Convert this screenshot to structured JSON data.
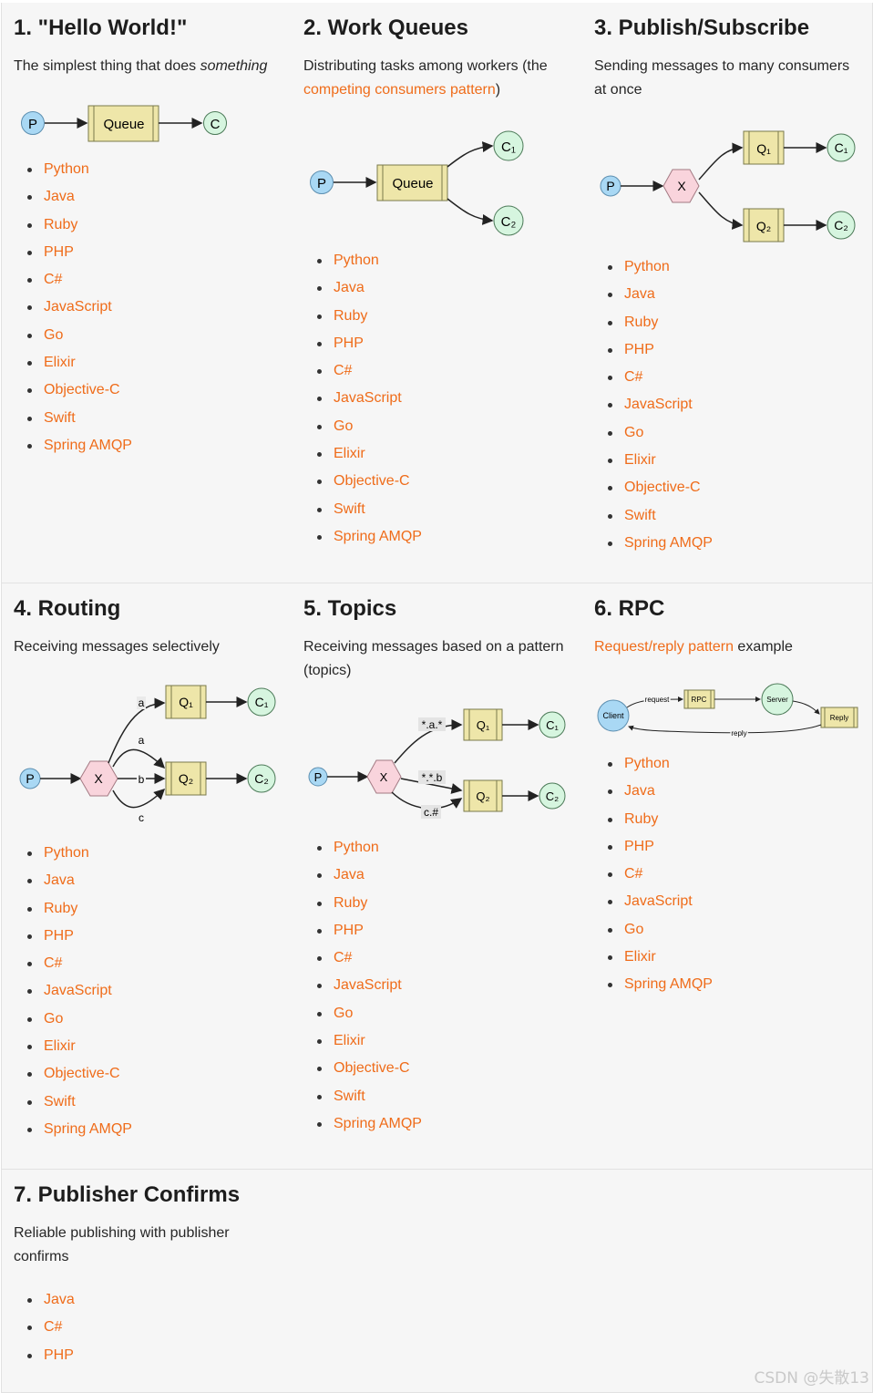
{
  "tutorials": [
    {
      "title": "1. \"Hello World!\"",
      "description_prefix": "The simplest thing that does ",
      "description_emphasis": "something",
      "diagram": {
        "producer": "P",
        "queue": "Queue",
        "consumer": "C"
      },
      "languages": [
        "Python",
        "Java",
        "Ruby",
        "PHP",
        "C#",
        "JavaScript",
        "Go",
        "Elixir",
        "Objective-C",
        "Swift",
        "Spring AMQP"
      ]
    },
    {
      "title": "2. Work Queues",
      "description_prefix": "Distributing tasks among workers (the ",
      "description_link": "competing consumers pattern",
      "description_suffix": ")",
      "diagram": {
        "producer": "P",
        "queue": "Queue",
        "consumer1": "C₁",
        "consumer2": "C₂"
      },
      "languages": [
        "Python",
        "Java",
        "Ruby",
        "PHP",
        "C#",
        "JavaScript",
        "Go",
        "Elixir",
        "Objective-C",
        "Swift",
        "Spring AMQP"
      ]
    },
    {
      "title": "3. Publish/Subscribe",
      "description": "Sending messages to many consumers at once",
      "diagram": {
        "producer": "P",
        "exchange": "X",
        "queue1": "Q₁",
        "queue2": "Q₂",
        "consumer1": "C₁",
        "consumer2": "C₂"
      },
      "languages": [
        "Python",
        "Java",
        "Ruby",
        "PHP",
        "C#",
        "JavaScript",
        "Go",
        "Elixir",
        "Objective-C",
        "Swift",
        "Spring AMQP"
      ]
    },
    {
      "title": "4. Routing",
      "description": "Receiving messages selectively",
      "diagram": {
        "producer": "P",
        "exchange": "X",
        "queue1": "Q₁",
        "queue2": "Q₂",
        "consumer1": "C₁",
        "consumer2": "C₂",
        "keys": [
          "a",
          "a",
          "b",
          "c"
        ]
      },
      "languages": [
        "Python",
        "Java",
        "Ruby",
        "PHP",
        "C#",
        "JavaScript",
        "Go",
        "Elixir",
        "Objective-C",
        "Swift",
        "Spring AMQP"
      ]
    },
    {
      "title": "5. Topics",
      "description": "Receiving messages based on a pattern (topics)",
      "diagram": {
        "producer": "P",
        "exchange": "X",
        "queue1": "Q₁",
        "queue2": "Q₂",
        "consumer1": "C₁",
        "consumer2": "C₂",
        "keys": [
          "*.a.*",
          "*.*.b",
          "c.#"
        ]
      },
      "languages": [
        "Python",
        "Java",
        "Ruby",
        "PHP",
        "C#",
        "JavaScript",
        "Go",
        "Elixir",
        "Objective-C",
        "Swift",
        "Spring AMQP"
      ]
    },
    {
      "title": "6. RPC",
      "description_link": "Request/reply pattern",
      "description_suffix": " example",
      "diagram": {
        "client": "Client",
        "request": "request",
        "rpc_queue": "RPC",
        "server": "Server",
        "reply_queue": "Reply",
        "reply": "reply"
      },
      "languages": [
        "Python",
        "Java",
        "Ruby",
        "PHP",
        "C#",
        "JavaScript",
        "Go",
        "Elixir",
        "Spring AMQP"
      ]
    },
    {
      "title": "7. Publisher Confirms",
      "description": "Reliable publishing with publisher confirms",
      "languages": [
        "Java",
        "C#",
        "PHP"
      ]
    }
  ],
  "watermark": "CSDN @失散13",
  "colors": {
    "link": "#ef6c1a",
    "producer": "#a9d8f4",
    "queue": "#eee6a9",
    "consumer": "#d6f5df",
    "exchange": "#f9d4dc",
    "panel": "#f6f6f6"
  }
}
